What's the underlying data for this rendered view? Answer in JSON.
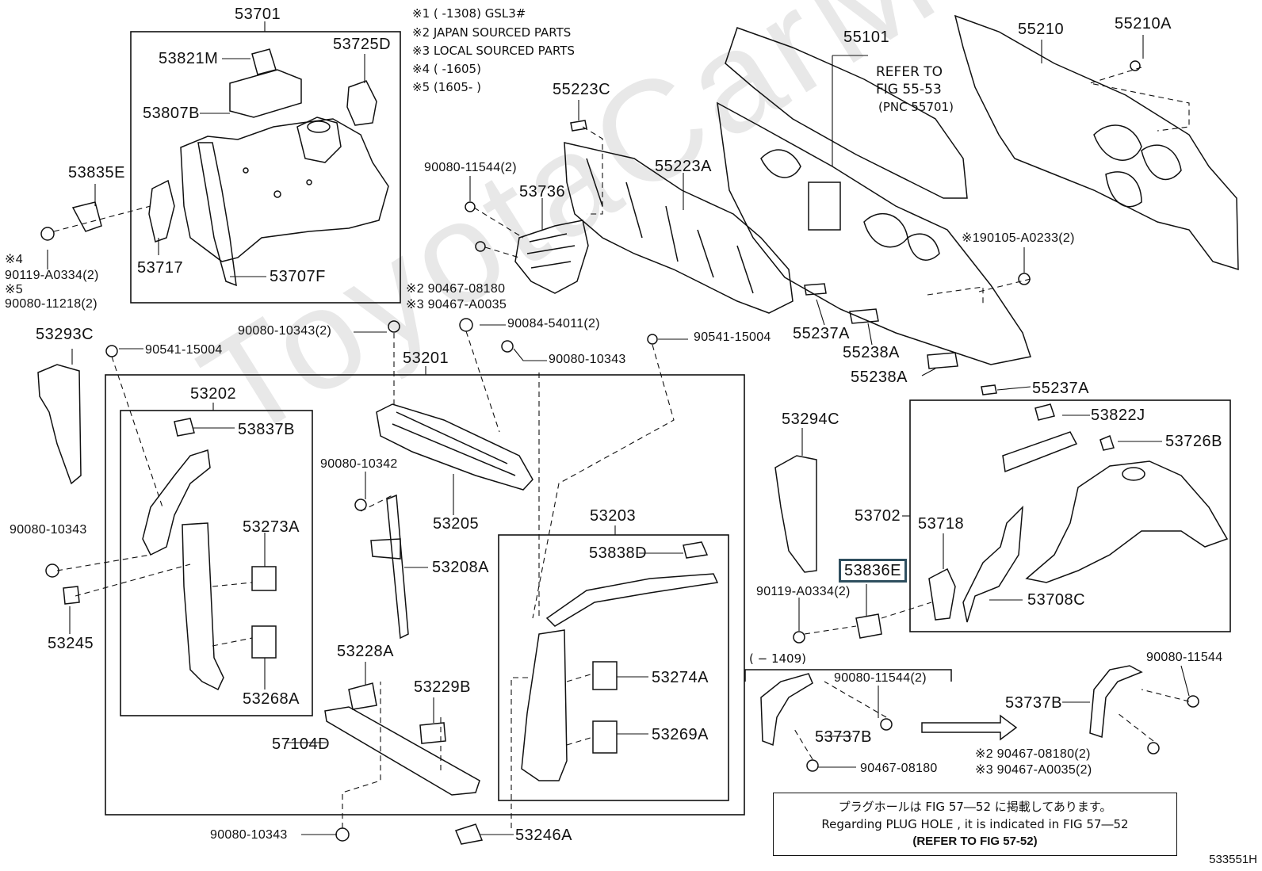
{
  "watermark": "ToyotaCarMaster",
  "diagram_code": "533551H",
  "notes": [
    "※1 (        -1308) GSL3#",
    "※2 JAPAN SOURCED PARTS",
    "※3 LOCAL SOURCED PARTS",
    "※4 (        -1605)",
    "※5 (1605-        )"
  ],
  "refer": {
    "line1": "REFER TO",
    "line2": "FIG 55-53",
    "line3": "(PNC 55701)"
  },
  "plug_note": {
    "jp": "プラグホールは FIG 57―52 に掲載してあります。",
    "en": "Regarding PLUG HOLE , it is indicated in FIG 57―52",
    "ref": "(REFER TO FIG 57-52)"
  },
  "range_note": "(        − 1409)",
  "parts": {
    "p53701": "53701",
    "p53821M": "53821M",
    "p53725D": "53725D",
    "p53807B": "53807B",
    "p53835E": "53835E",
    "p53717": "53717",
    "p53707F": "53707F",
    "f90119a": "※4",
    "f90119b": "90119-A0334(2)",
    "f90080a": "※5",
    "f90080b": "90080-11218(2)",
    "p55223C": "55223C",
    "p55223A": "55223A",
    "p55101": "55101",
    "p55210": "55210",
    "p55210A": "55210A",
    "f90080_11544": "90080-11544(2)",
    "p53736": "53736",
    "f2_90467": "※2 90467-08180",
    "f3_90467": "※3 90467-A0035",
    "f190105": "※190105-A0233(2)",
    "p55237A_1": "55237A",
    "p55238A_1": "55238A",
    "p55238A_2": "55238A",
    "p55237A_2": "55237A",
    "p53293C": "53293C",
    "f90541_1": "90541-15004",
    "f90080_10343_2": "90080-10343(2)",
    "f90084": "90084-54011(2)",
    "f90080_10343_b": "90080-10343",
    "f90541_2": "90541-15004",
    "p53201": "53201",
    "p53202": "53202",
    "p53837B": "53837B",
    "f90080_10342": "90080-10342",
    "p53205": "53205",
    "f90080_10343_c": "90080-10343",
    "p53273A": "53273A",
    "p53208A": "53208A",
    "p53245": "53245",
    "p53268A": "53268A",
    "p53228A": "53228A",
    "p53229B": "53229B",
    "p57104D": "57104D",
    "p53203": "53203",
    "p53838D": "53838D",
    "p53274A": "53274A",
    "p53269A": "53269A",
    "f90080_10343_d": "90080-10343",
    "p53246A": "53246A",
    "p53294C": "53294C",
    "p53702": "53702",
    "p53822J": "53822J",
    "p53726B": "53726B",
    "p53718": "53718",
    "p53836E": "53836E",
    "p53708C": "53708C",
    "f90119_2": "90119-A0334(2)",
    "f90080_11544_2": "90080-11544(2)",
    "p53737B_1": "53737B",
    "f90467_08180": "90467-08180",
    "f90080_11544_b": "90080-11544",
    "p53737B_2": "53737B",
    "f2_90467_2": "※2 90467-08180(2)",
    "f3_90467_2": "※3 90467-A0035(2)"
  },
  "highlight_part": "53836E"
}
